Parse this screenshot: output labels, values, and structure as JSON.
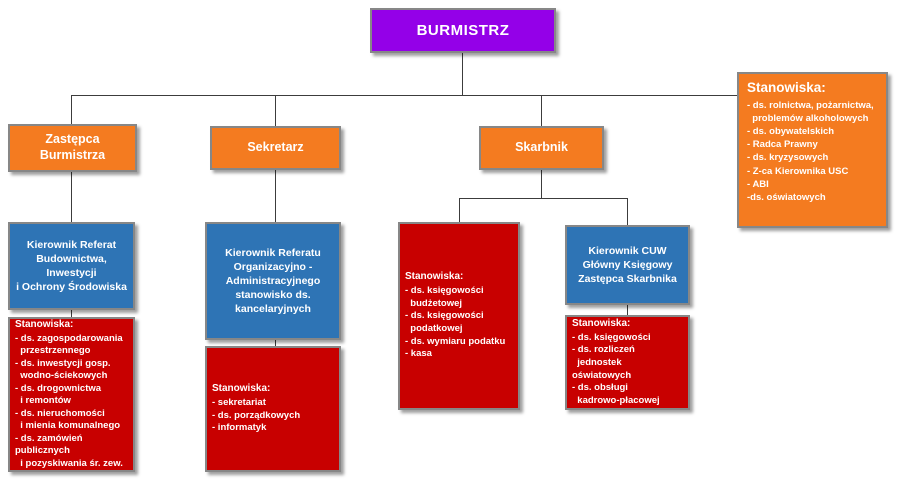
{
  "colors": {
    "purple": "#9400E8",
    "orange": "#F47B20",
    "blue": "#2E74B5",
    "red": "#C80000",
    "border": "#878787",
    "line": "#3c3c3c"
  },
  "root": {
    "label": "BURMISTRZ"
  },
  "deputy": {
    "label": "Zastępca\nBurmistrza"
  },
  "secretary": {
    "label": "Sekretarz"
  },
  "treasurer": {
    "label": "Skarbnik"
  },
  "right_positions": {
    "title": "Stanowiska:",
    "lines": [
      "- ds. rolnictwa, pożarnictwa,",
      "  problemów alkoholowych",
      "- ds. obywatelskich",
      "- Radca Prawny",
      "- ds. kryzysowych",
      "- Z-ca Kierownika USC",
      "- ABI",
      "-ds. oświatowych"
    ]
  },
  "building_head": {
    "label": "Kierownik Referat\nBudownictwa,\nInwestycji\ni Ochrony Środowiska"
  },
  "building_staff": {
    "title": "Stanowiska:",
    "lines": [
      "- ds. zagospodarowania",
      "  przestrzennego",
      "- ds. inwestycji gosp.",
      "  wodno-ściekowych",
      "- ds. drogownictwa",
      "  i remontów",
      "- ds. nieruchomości",
      "  i mienia komunalnego",
      "- ds. zamówień publicznych",
      "  i pozyskiwania śr. zew."
    ]
  },
  "org_head": {
    "label": "Kierownik Referatu\nOrganizacyjno -\nAdministracyjnego\nstanowisko ds.\nkancelaryjnych"
  },
  "org_staff": {
    "title": "Stanowiska:",
    "lines": [
      "- sekretariat",
      "- ds. porządkowych",
      "- informatyk"
    ]
  },
  "finance_staff": {
    "title": "Stanowiska:",
    "lines": [
      "- ds. księgowości",
      "  budżetowej",
      "- ds. księgowości",
      "  podatkowej",
      "- ds. wymiaru podatku",
      "- kasa"
    ]
  },
  "cuw_head": {
    "label": "Kierownik CUW\nGłówny Księgowy\nZastępca Skarbnika"
  },
  "cuw_staff": {
    "title": "Stanowiska:",
    "lines": [
      "- ds. księgowości",
      "- ds. rozliczeń",
      "  jednostek oświatowych",
      "- ds. obsługi",
      "  kadrowo-płacowej"
    ]
  }
}
